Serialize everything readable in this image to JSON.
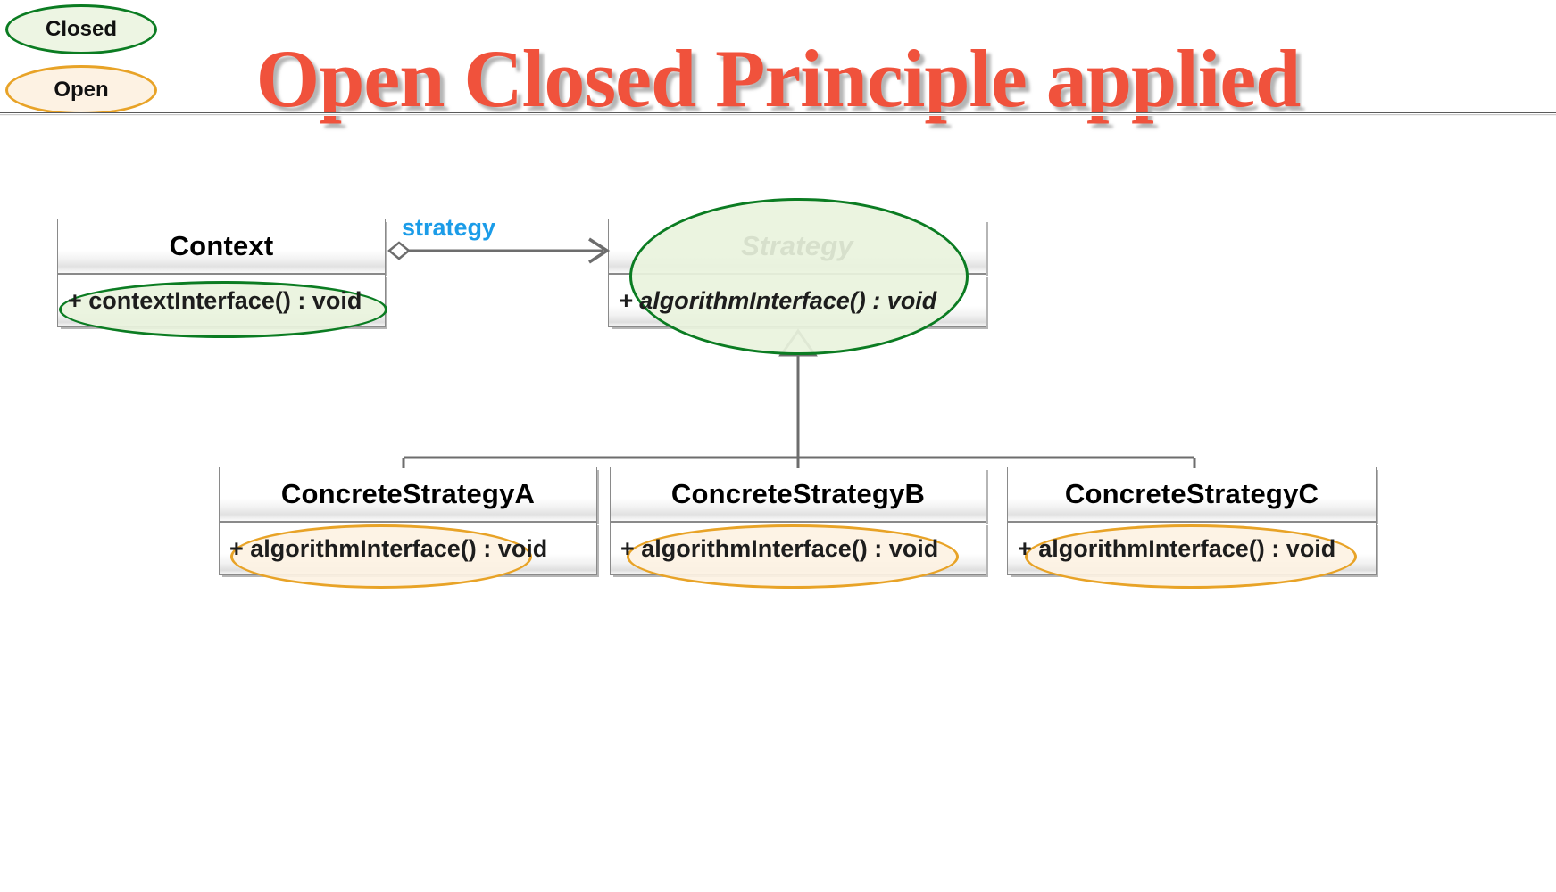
{
  "header": {
    "title": "Open Closed Principle applied"
  },
  "legend": {
    "closed": {
      "label": "Closed",
      "color": "#0B7C22",
      "fill": "#EDF5E3"
    },
    "open": {
      "label": "Open",
      "color": "#E8A327",
      "fill": "#FDF2E3"
    }
  },
  "diagram": {
    "type": "uml-class-diagram",
    "association_label": "strategy",
    "association_label_color": "#1B9CE8",
    "classes": [
      {
        "id": "context",
        "name": "Context",
        "abstract": false,
        "operations": [
          "+ contextInterface() : void"
        ],
        "highlight": "closed"
      },
      {
        "id": "strategy",
        "name": "Strategy",
        "abstract": true,
        "operations": [
          "+ algorithmInterface() : void"
        ],
        "highlight": "closed"
      },
      {
        "id": "concrete-strategy-a",
        "name": "ConcreteStrategyA",
        "abstract": false,
        "operations": [
          "+ algorithmInterface() : void"
        ],
        "highlight": "open"
      },
      {
        "id": "concrete-strategy-b",
        "name": "ConcreteStrategyB",
        "abstract": false,
        "operations": [
          "+ algorithmInterface() : void"
        ],
        "highlight": "open"
      },
      {
        "id": "concrete-strategy-c",
        "name": "ConcreteStrategyC",
        "abstract": false,
        "operations": [
          "+ algorithmInterface() : void"
        ],
        "highlight": "open"
      }
    ],
    "relations": [
      {
        "kind": "aggregation",
        "from": "context",
        "to": "strategy",
        "label": "strategy"
      },
      {
        "kind": "generalization",
        "from": "concrete-strategy-a",
        "to": "strategy"
      },
      {
        "kind": "generalization",
        "from": "concrete-strategy-b",
        "to": "strategy"
      },
      {
        "kind": "generalization",
        "from": "concrete-strategy-c",
        "to": "strategy"
      }
    ]
  }
}
